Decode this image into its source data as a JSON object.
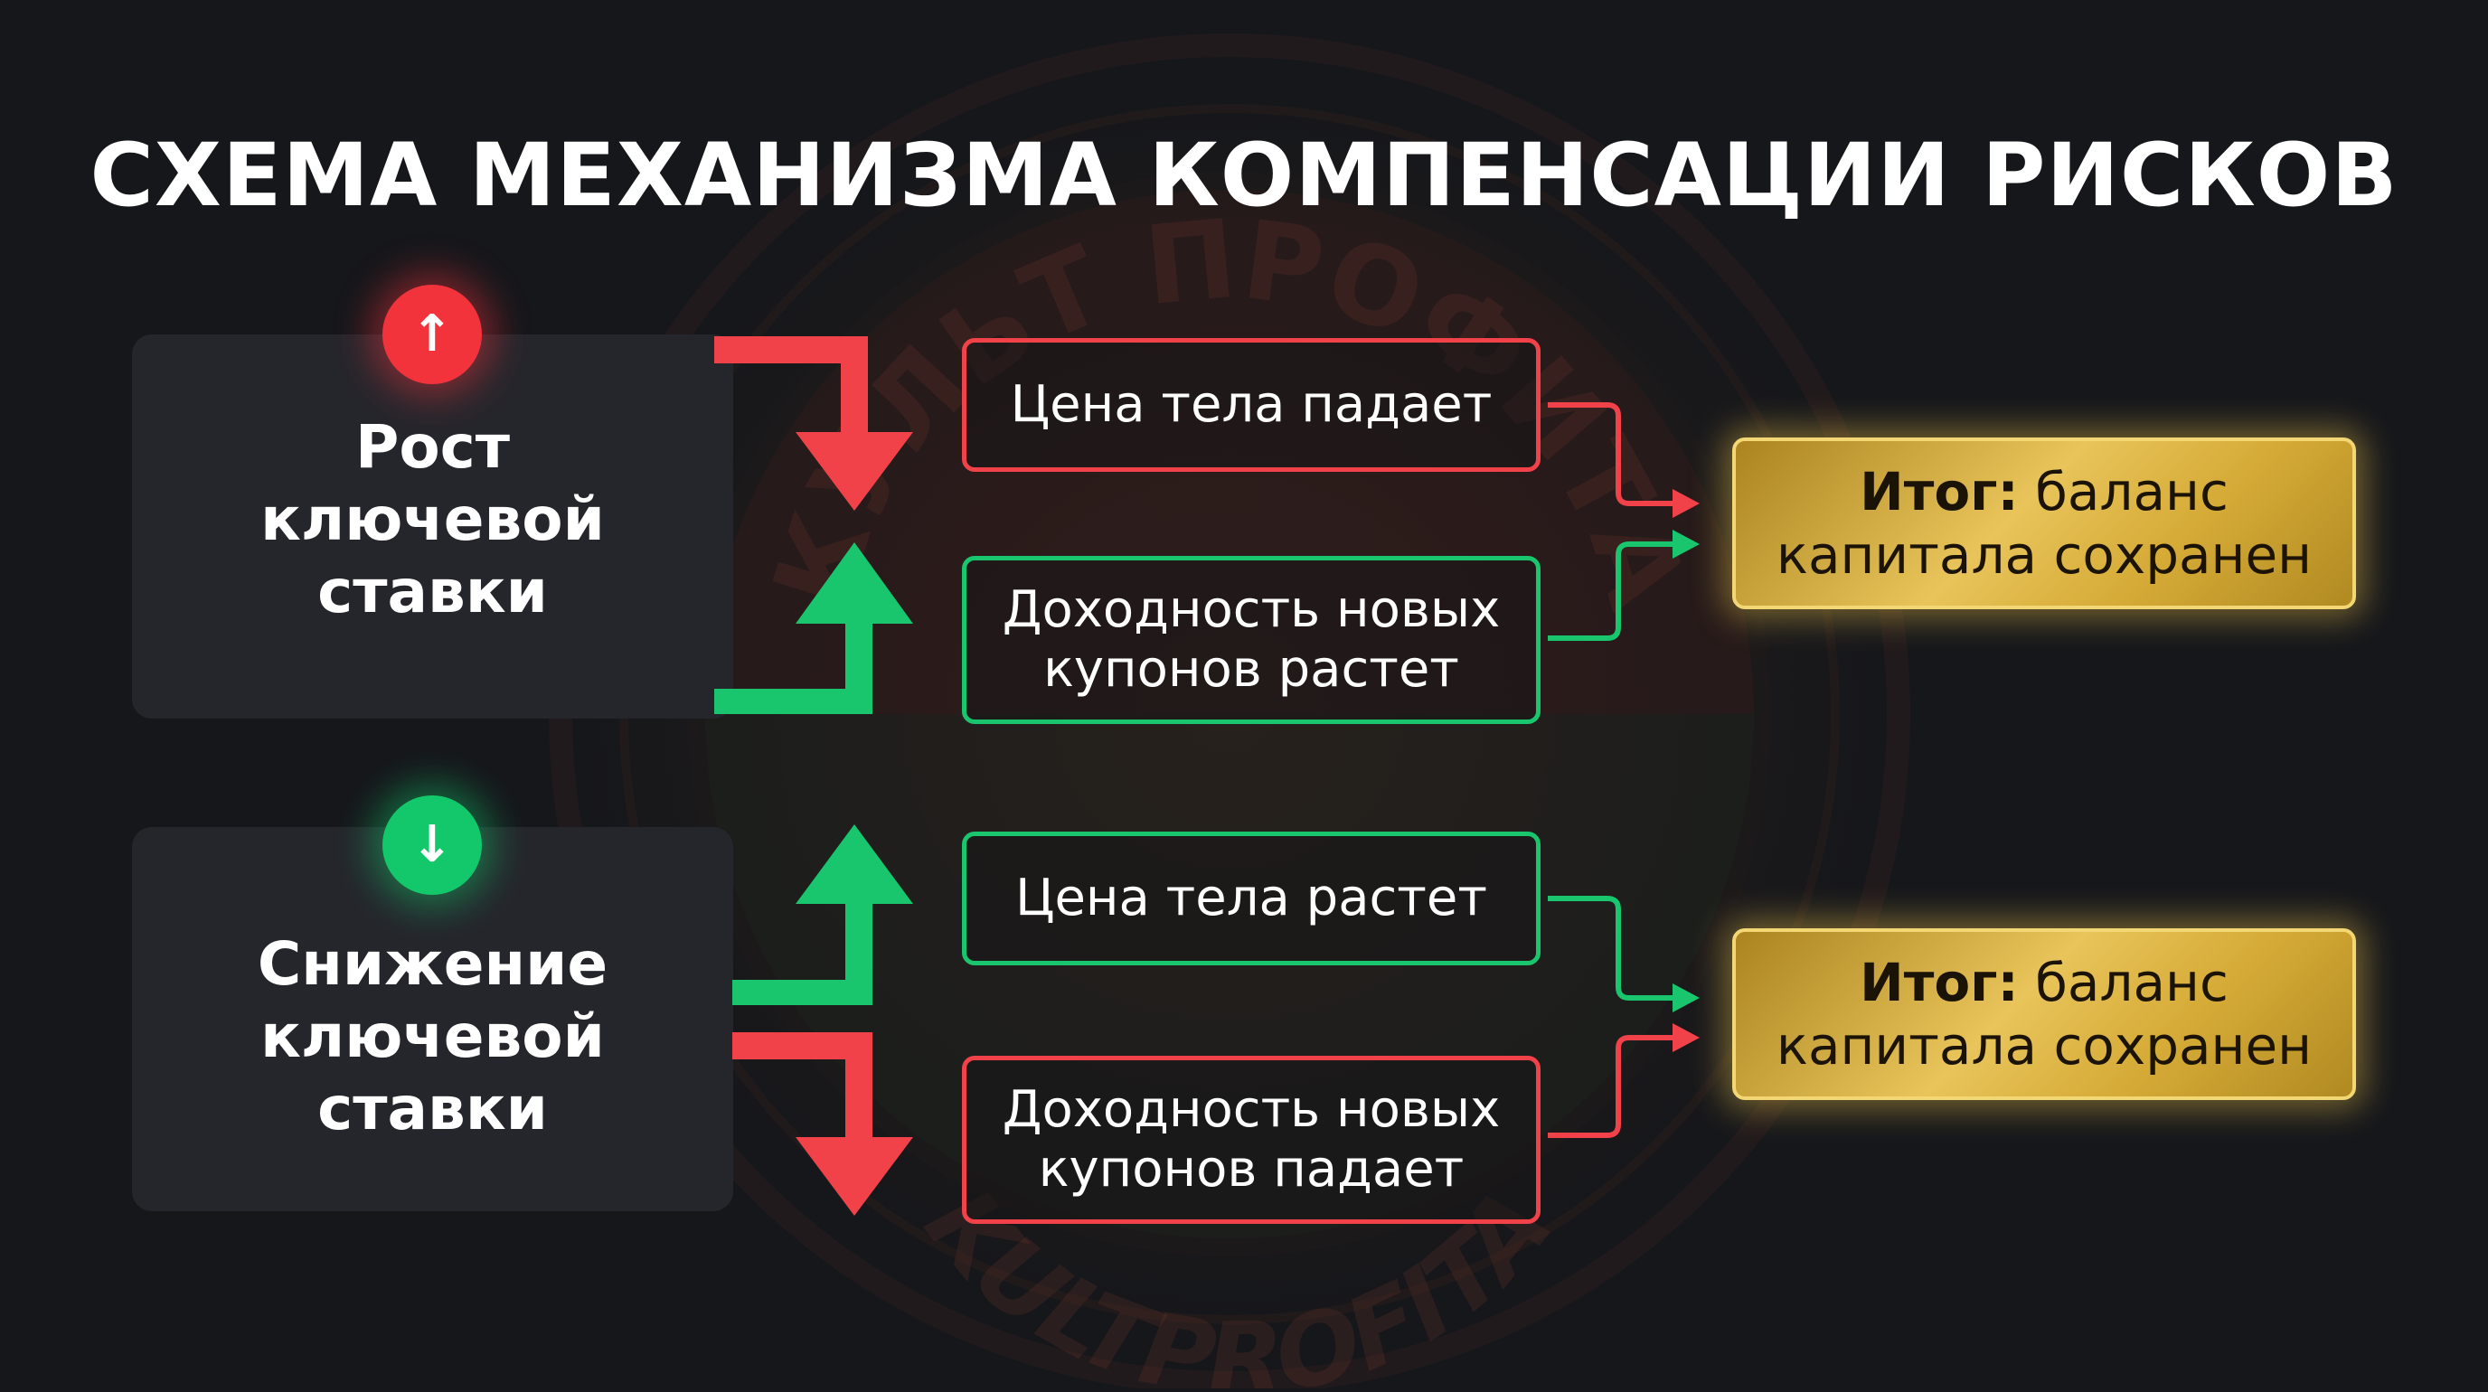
{
  "title": "СХЕМА МЕХАНИЗМА КОМПЕНСАЦИИ РИСКОВ",
  "watermark": {
    "text_top": "КУЛЬТ ПРОФИТА",
    "text_bottom": "KULTPROFITA"
  },
  "colors": {
    "red": "#f1424a",
    "green": "#19c56d",
    "gold": "#e8c45a",
    "background": "#16171b",
    "panel": "#25262c"
  },
  "scenarios": [
    {
      "badge_icon": "arrow-up-icon",
      "label": "Рост\nключевой\nставки",
      "effects": [
        {
          "text": "Цена тела падает",
          "color": "red",
          "direction": "down"
        },
        {
          "text": "Доходность новых\nкупонов растет",
          "color": "green",
          "direction": "up"
        }
      ],
      "result": {
        "prefix": "Итог:",
        "rest": " баланс",
        "line2": "капитала сохранен"
      }
    },
    {
      "badge_icon": "arrow-down-icon",
      "label": "Снижение\nключевой\nставки",
      "effects": [
        {
          "text": "Цена тела растет",
          "color": "green",
          "direction": "up"
        },
        {
          "text": "Доходность новых\nкупонов падает",
          "color": "red",
          "direction": "down"
        }
      ],
      "result": {
        "prefix": "Итог:",
        "rest": " баланс",
        "line2": "капитала сохранен"
      }
    }
  ]
}
